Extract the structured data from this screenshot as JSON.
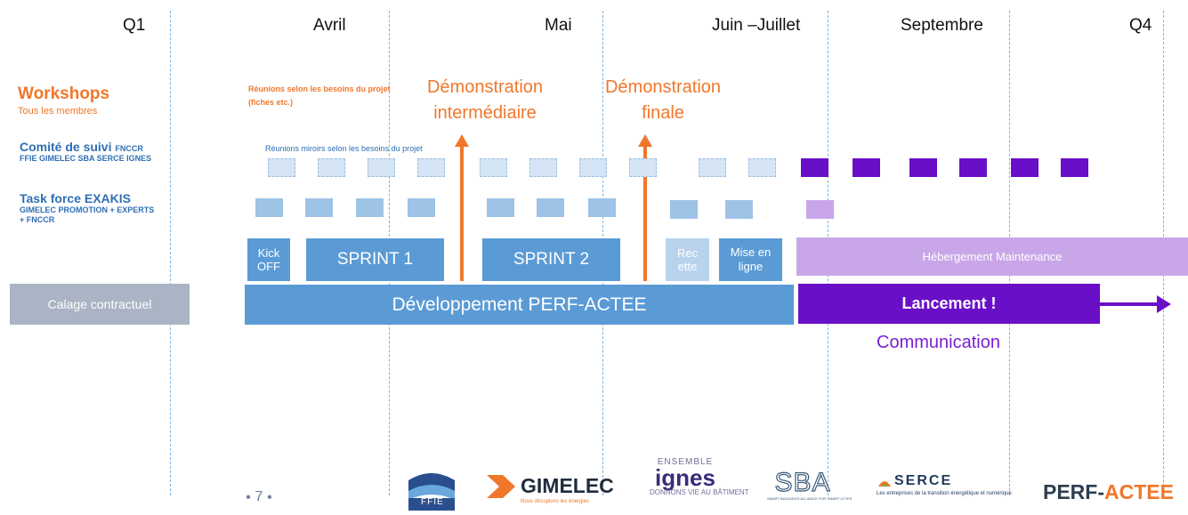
{
  "periods": {
    "q1": "Q1",
    "avril": "Avril",
    "mai": "Mai",
    "juin": "Juin –Juillet",
    "septembre": "Septembre",
    "q4": "Q4"
  },
  "left_labels": {
    "workshops_title": "Workshops",
    "workshops_sub": "Tous les membres",
    "comite_title": "Comité de suivi",
    "comite_small": "FNCCR",
    "comite_sub": "FFIE GIMELEC SBA SERCE IGNES",
    "task_title": "Task force EXAKIS",
    "task_sub_1": "GIMELEC PROMOTION + EXPERTS",
    "task_sub_2": "+ FNCCR"
  },
  "notes": {
    "reunions_besoins": "Réunions selon les besoins du projet (fiches etc.)",
    "reunions_miroirs": "Réunions miroirs selon les besoins du projet"
  },
  "milestones": {
    "demo_inter_1": "Démonstration",
    "demo_inter_2": "intermédiaire",
    "demo_finale_1": "Démonstration",
    "demo_finale_2": "finale"
  },
  "boxes": {
    "calage": "Calage contractuel",
    "kickoff_1": "Kick",
    "kickoff_2": "OFF",
    "sprint1": "SPRINT 1",
    "sprint2": "SPRINT 2",
    "recette_1": "Rec",
    "recette_2": "ette",
    "mise_1": "Mise en",
    "mise_2": "ligne",
    "hebergement": "Hébergement Maintenance",
    "developpement": "Développement PERF-ACTEE",
    "lancement": "Lancement !",
    "communication": "Communication"
  },
  "page_number": "7",
  "logos": {
    "ffie": "FFIE",
    "gimelec": "GIMELEC",
    "gimelec_tagline": "Nous décuplons les énergies",
    "ignes_top": "ENSEMBLE",
    "ignes": "ignes",
    "ignes_bottom": "DONNONS VIE AU BÂTIMENT",
    "sba": "SBA",
    "sba_tagline": "SMART BUILDINGS ALLIANCE FOR SMART CITIES",
    "serce": "SERCE",
    "serce_tagline": "Les entreprises de la transition énergétique et numérique",
    "perf": "PERF-",
    "actee": "ACTEE"
  },
  "colors": {
    "accent_orange": "#f0772a",
    "blue": "#5b9bd5",
    "purple": "#6a0fc8",
    "light_purple": "#c9a6e8",
    "grey": "#aab4c4"
  }
}
